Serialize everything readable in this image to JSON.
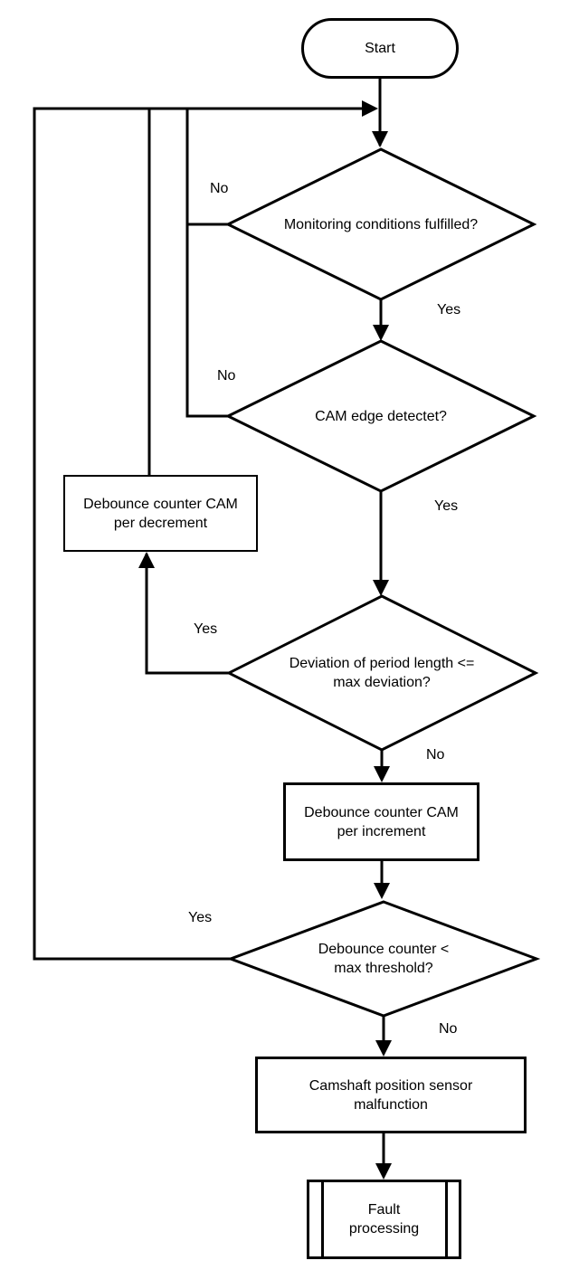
{
  "colors": {
    "background": "#ffffff",
    "stroke": "#000000",
    "node_fill": "#ffffff",
    "text": "#000000"
  },
  "nodes": {
    "start": {
      "type": "terminator",
      "label": "Start"
    },
    "monitoring": {
      "type": "decision",
      "label": "Monitoring conditions fulfilled?"
    },
    "cam_edge": {
      "type": "decision",
      "label": "CAM edge detectet?"
    },
    "decrement": {
      "type": "process",
      "label": "Debounce counter CAM\nper decrement"
    },
    "deviation": {
      "type": "decision",
      "label": "Deviation of period length <=\nmax deviation?"
    },
    "increment": {
      "type": "process",
      "label": "Debounce counter CAM\nper increment"
    },
    "threshold": {
      "type": "decision",
      "label": "Debounce counter <\nmax threshold?"
    },
    "malfunction": {
      "type": "process",
      "label": "Camshaft position sensor\nmalfunction"
    },
    "fault": {
      "type": "predefined-process",
      "label": "Fault\nprocessing"
    }
  },
  "edge_labels": {
    "monitoring_no": "No",
    "monitoring_yes": "Yes",
    "cam_edge_no": "No",
    "cam_edge_yes": "Yes",
    "deviation_yes": "Yes",
    "deviation_no": "No",
    "threshold_yes": "Yes",
    "threshold_no": "No"
  }
}
